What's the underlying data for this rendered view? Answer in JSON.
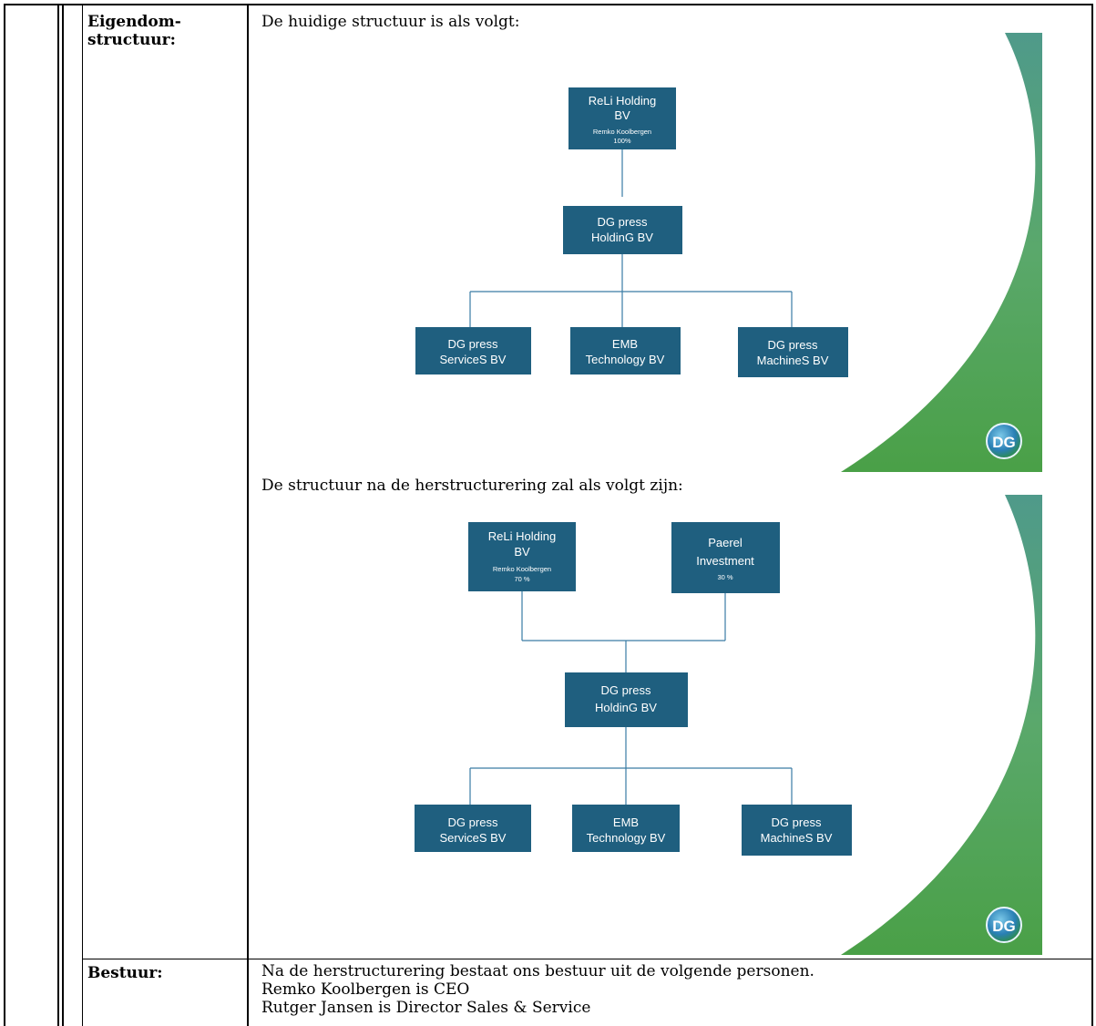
{
  "rows": [
    {
      "label_line1": "Eigendom-",
      "label_line2": "structuur:",
      "intro_current": "De huidige structuur is als volgt:",
      "intro_future": "De structuur na de herstructurering zal als volgt zijn:"
    },
    {
      "label": "Bestuur:",
      "lines": [
        "Na de herstructurering bestaat ons bestuur uit de volgende personen.",
        "Remko Koolbergen is CEO",
        "Rutger Jansen is Director Sales & Service"
      ]
    }
  ],
  "chart_current": {
    "top": {
      "line1": "ReLi Holding",
      "line2": "BV",
      "small1": "Remko Koolbergen",
      "small2": "100%"
    },
    "mid": {
      "line1": "DG press",
      "line2": "HoldinG BV"
    },
    "children": [
      {
        "line1": "DG press",
        "line2": "ServiceS BV"
      },
      {
        "line1": "EMB",
        "line2": "Technology BV"
      },
      {
        "line1": "DG press",
        "line2": "MachineS BV"
      }
    ],
    "logo": "DG"
  },
  "chart_future": {
    "owners": [
      {
        "line1": "ReLi Holding",
        "line2": "BV",
        "small1": "Remko Koolbergen",
        "small2": "70 %"
      },
      {
        "line1": "Paerel",
        "line2": "Investment",
        "small1": "30 %"
      }
    ],
    "mid": {
      "line1": "DG press",
      "line2": "HoldinG BV"
    },
    "children": [
      {
        "line1": "DG press",
        "line2": "ServiceS BV"
      },
      {
        "line1": "EMB",
        "line2": "Technology BV"
      },
      {
        "line1": "DG press",
        "line2": "MachineS BV"
      }
    ],
    "logo": "DG"
  },
  "colors": {
    "box": "#1f5f7f",
    "connector": "#3a7ca5",
    "green_light": "#5aa86b",
    "green_dark": "#3f9a4a"
  }
}
